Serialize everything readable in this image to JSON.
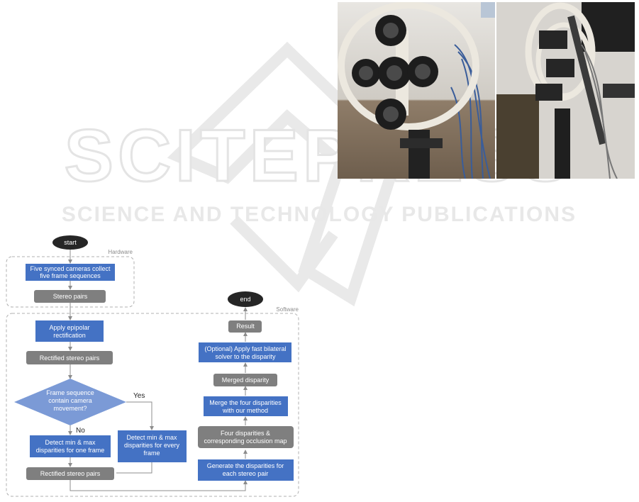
{
  "watermark": {
    "title": "SCITEPRESS",
    "subtitle": "SCIENCE AND TECHNOLOGY PUBLICATIONS",
    "color": "#e6e6e6"
  },
  "flowchart": {
    "groups": {
      "hardware": "Hardware",
      "software": "Software"
    },
    "nodes": {
      "start": "start",
      "end": "end",
      "five_cameras": [
        "Five synced cameras collect",
        "five frame sequences"
      ],
      "stereo_pairs": "Stereo pairs",
      "epipolar": [
        "Apply epipolar",
        "rectification"
      ],
      "rectified_1": "Rectified stereo pairs",
      "decision": [
        "Frame sequence",
        "contain camera",
        "movement?"
      ],
      "yes": "Yes",
      "no": "No",
      "detect_one": [
        "Detect min & max",
        "disparities for one frame"
      ],
      "detect_every": [
        "Detect min & max",
        "disparities for every",
        "frame"
      ],
      "rectified_2": "Rectified stereo pairs",
      "generate": [
        "Generate the disparities for",
        "each stereo pair"
      ],
      "four_disp": [
        "Four disparities &",
        "corresponding occlusion map"
      ],
      "merge": [
        "Merge the four disparities",
        "with our method"
      ],
      "merged": "Merged disparity",
      "bilateral": [
        "(Optional) Apply fast bilateral",
        "solver to the disparity"
      ],
      "result": "Result"
    },
    "colors": {
      "blue": "#4472c4",
      "gray": "#7f7f7f",
      "diamond": "#7b9ad6",
      "terminal": "#262626",
      "arrow": "#8c8c8c",
      "group_border": "#b0b0b0"
    }
  }
}
